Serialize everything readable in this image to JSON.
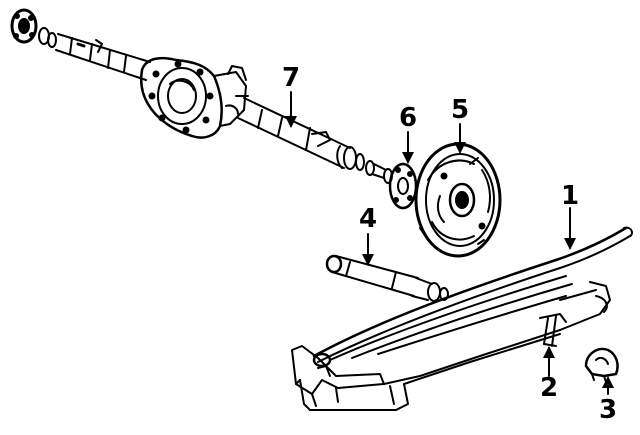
{
  "diagram": {
    "colors": {
      "ink": "#000000",
      "paper": "#ffffff"
    },
    "callouts": [
      {
        "id": "1",
        "label": "1"
      },
      {
        "id": "2",
        "label": "2"
      },
      {
        "id": "3",
        "label": "3"
      },
      {
        "id": "4",
        "label": "4"
      },
      {
        "id": "5",
        "label": "5"
      },
      {
        "id": "6",
        "label": "6"
      },
      {
        "id": "7",
        "label": "7"
      }
    ]
  }
}
